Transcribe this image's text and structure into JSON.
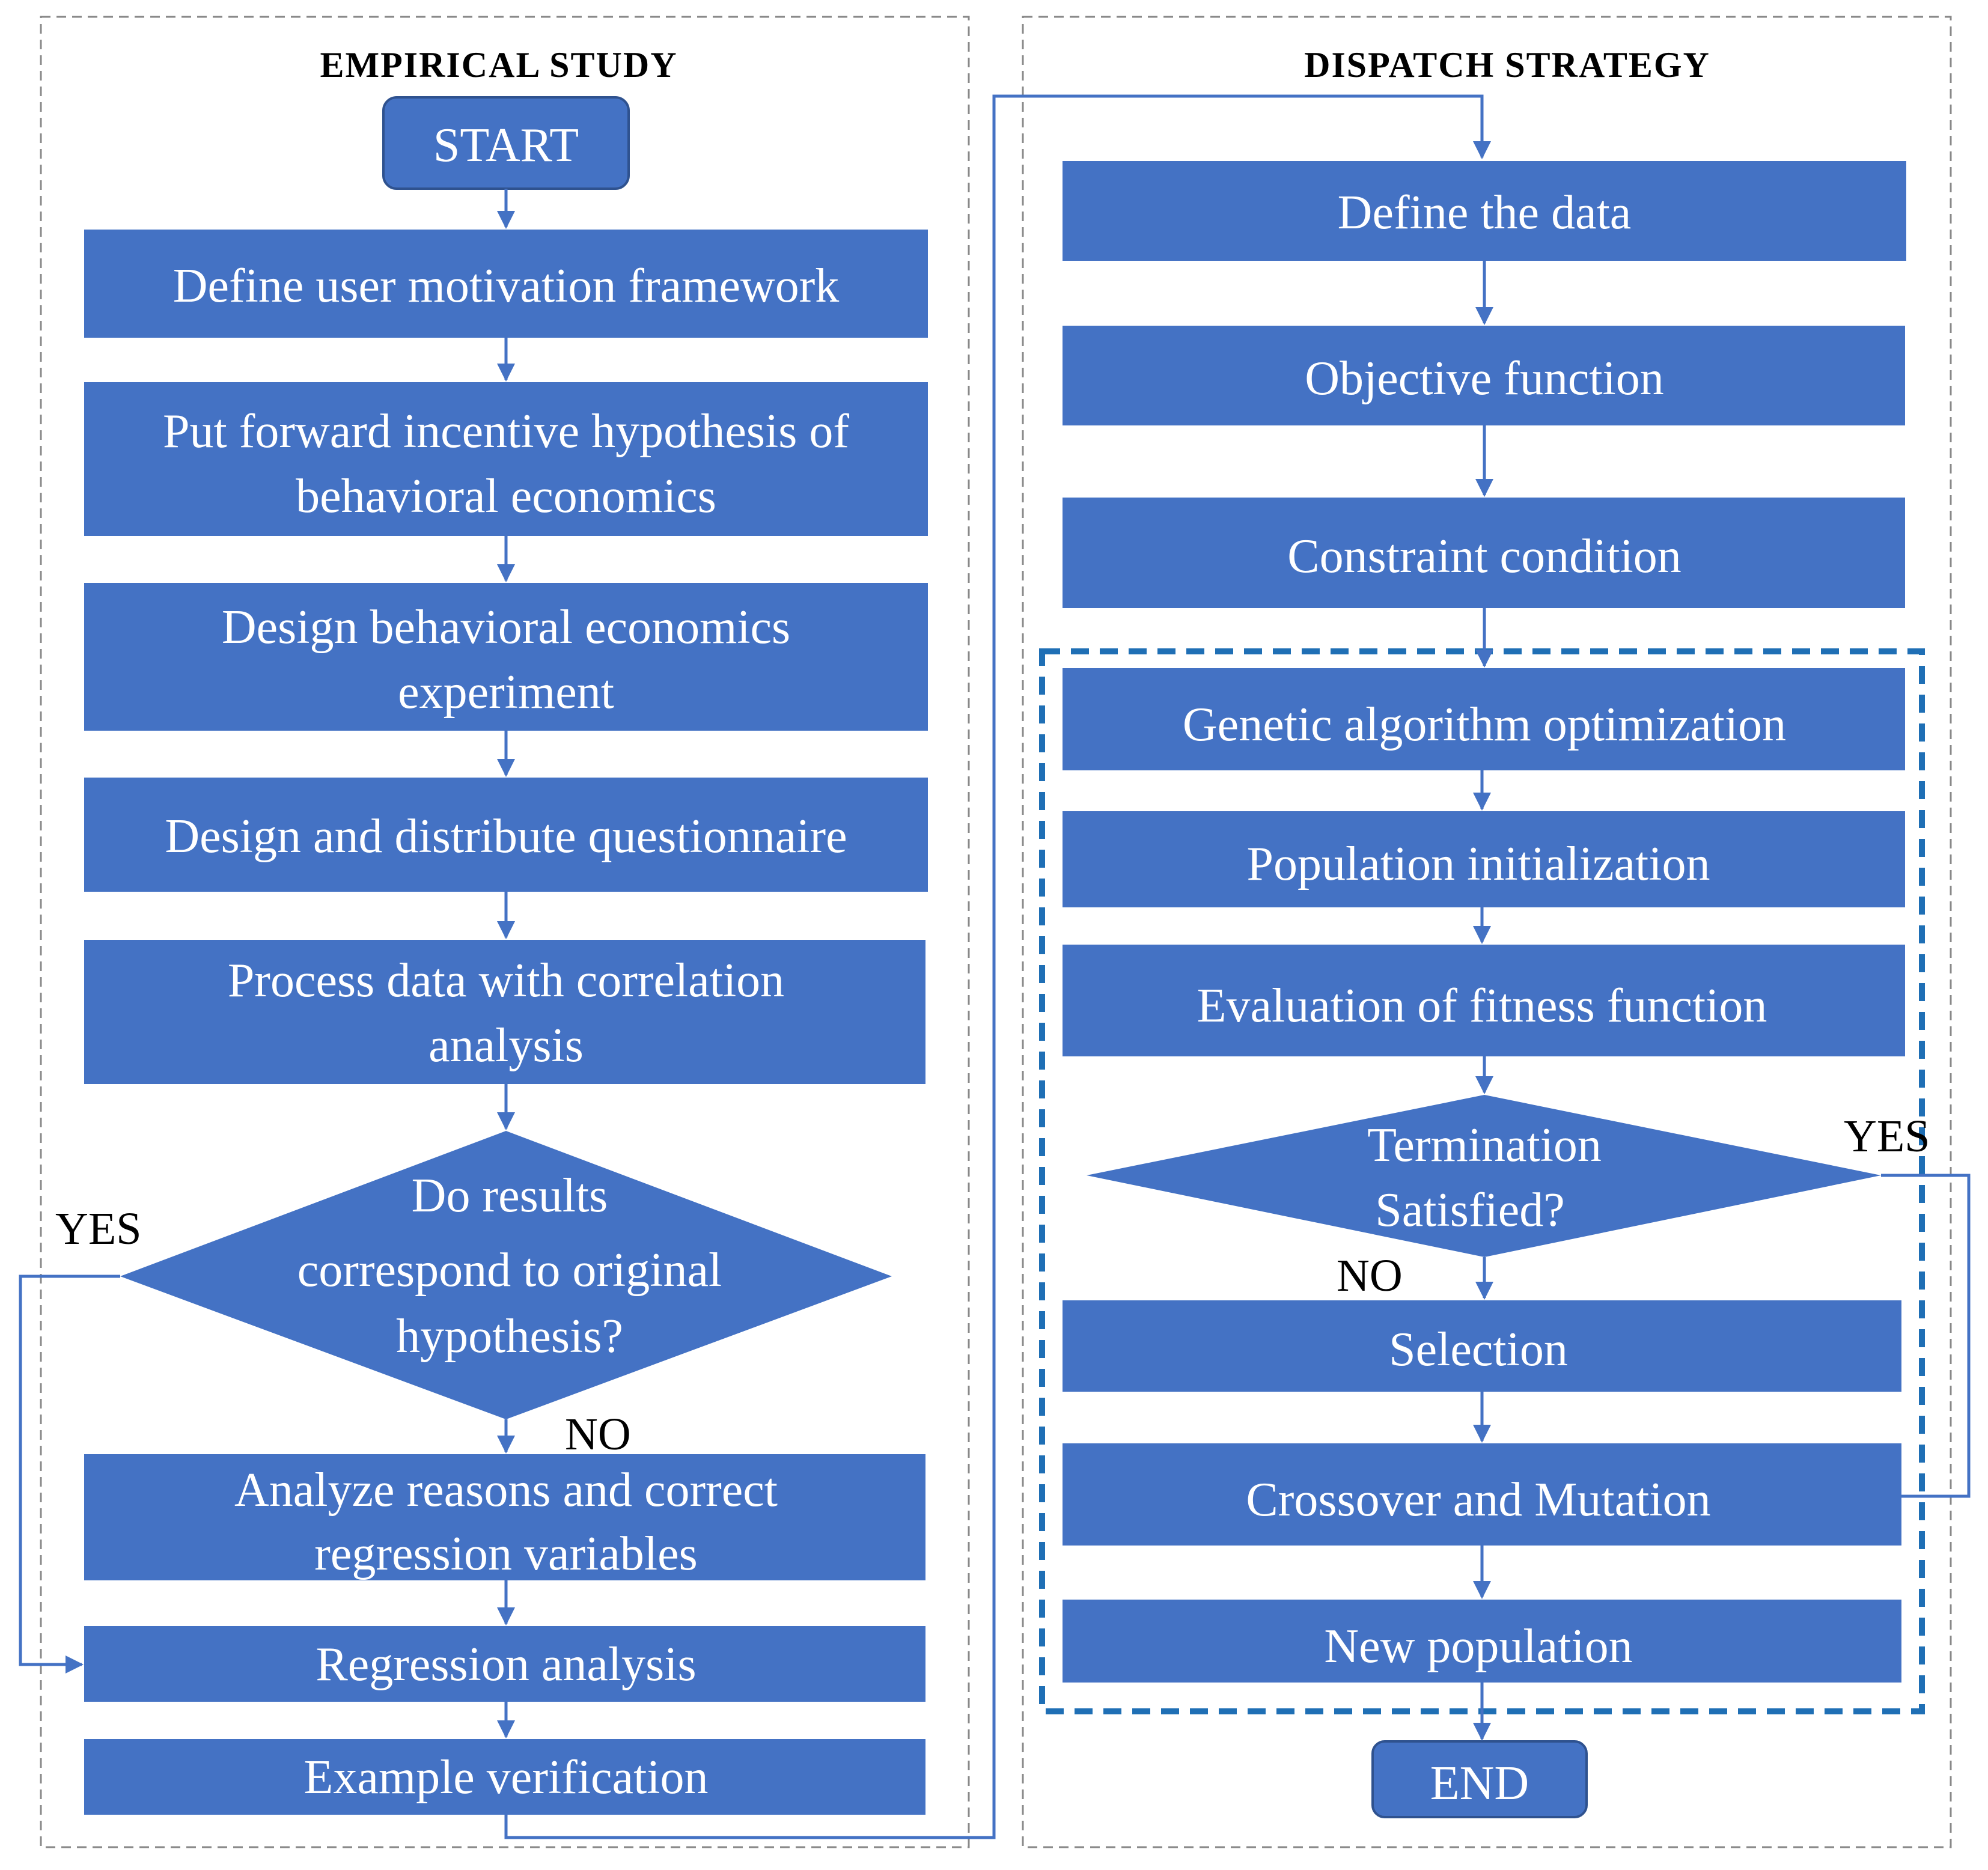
{
  "panels": {
    "left": {
      "title": "EMPIRICAL STUDY"
    },
    "right": {
      "title": "DISPATCH STRATEGY"
    }
  },
  "empirical": {
    "start": "START",
    "define_framework": "Define user motivation framework",
    "hypothesis": [
      "Put forward incentive hypothesis of",
      "behavioral economics"
    ],
    "design_experiment": [
      "Design behavioral economics",
      "experiment"
    ],
    "questionnaire": "Design and distribute questionnaire",
    "process_data": [
      "Process data with correlation",
      "analysis"
    ],
    "decision": [
      "Do results",
      "correspond to original",
      "hypothesis?"
    ],
    "decision_yes": "YES",
    "decision_no": "NO",
    "analyze_reasons": [
      "Analyze reasons and correct",
      "regression variables"
    ],
    "regression": "Regression analysis",
    "verification": "Example verification"
  },
  "dispatch": {
    "define_data": "Define the data",
    "objective": "Objective function",
    "constraint": "Constraint condition",
    "genetic": "Genetic algorithm optimization",
    "population_init": "Population initialization",
    "fitness": "Evaluation of fitness function",
    "termination": [
      "Termination",
      "Satisfied?"
    ],
    "termination_yes": "YES",
    "termination_no": "NO",
    "selection": "Selection",
    "crossover": "Crossover and Mutation",
    "new_population": "New population",
    "end": "END"
  },
  "colors": {
    "node_fill": "#4472c4",
    "node_text": "#ffffff",
    "connector": "#4472c4",
    "panel_border": "#888888",
    "ga_border": "#1f6fb5"
  }
}
